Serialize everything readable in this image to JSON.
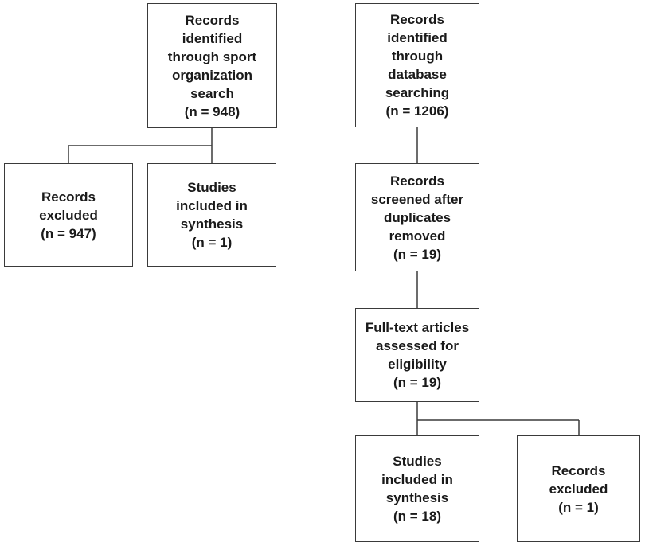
{
  "boxes": {
    "sport_search": [
      "Records",
      "identified",
      "through sport",
      "organization",
      "search",
      "(n = 948)"
    ],
    "sport_excluded": [
      "Records",
      "excluded",
      "(n = 947)"
    ],
    "sport_included": [
      "Studies",
      "included in",
      "synthesis",
      "(n = 1)"
    ],
    "db_search": [
      "Records",
      "identified",
      "through",
      "database",
      "searching",
      "(n = 1206)"
    ],
    "db_screened": [
      "Records",
      "screened after",
      "duplicates",
      "removed",
      "(n = 19)"
    ],
    "db_fulltext": [
      "Full-text articles",
      "assessed for",
      "eligibility",
      "(n = 19)"
    ],
    "db_included": [
      "Studies",
      "included in",
      "synthesis",
      "(n = 18)"
    ],
    "db_excluded": [
      "Records",
      "excluded",
      "(n = 1)"
    ]
  }
}
